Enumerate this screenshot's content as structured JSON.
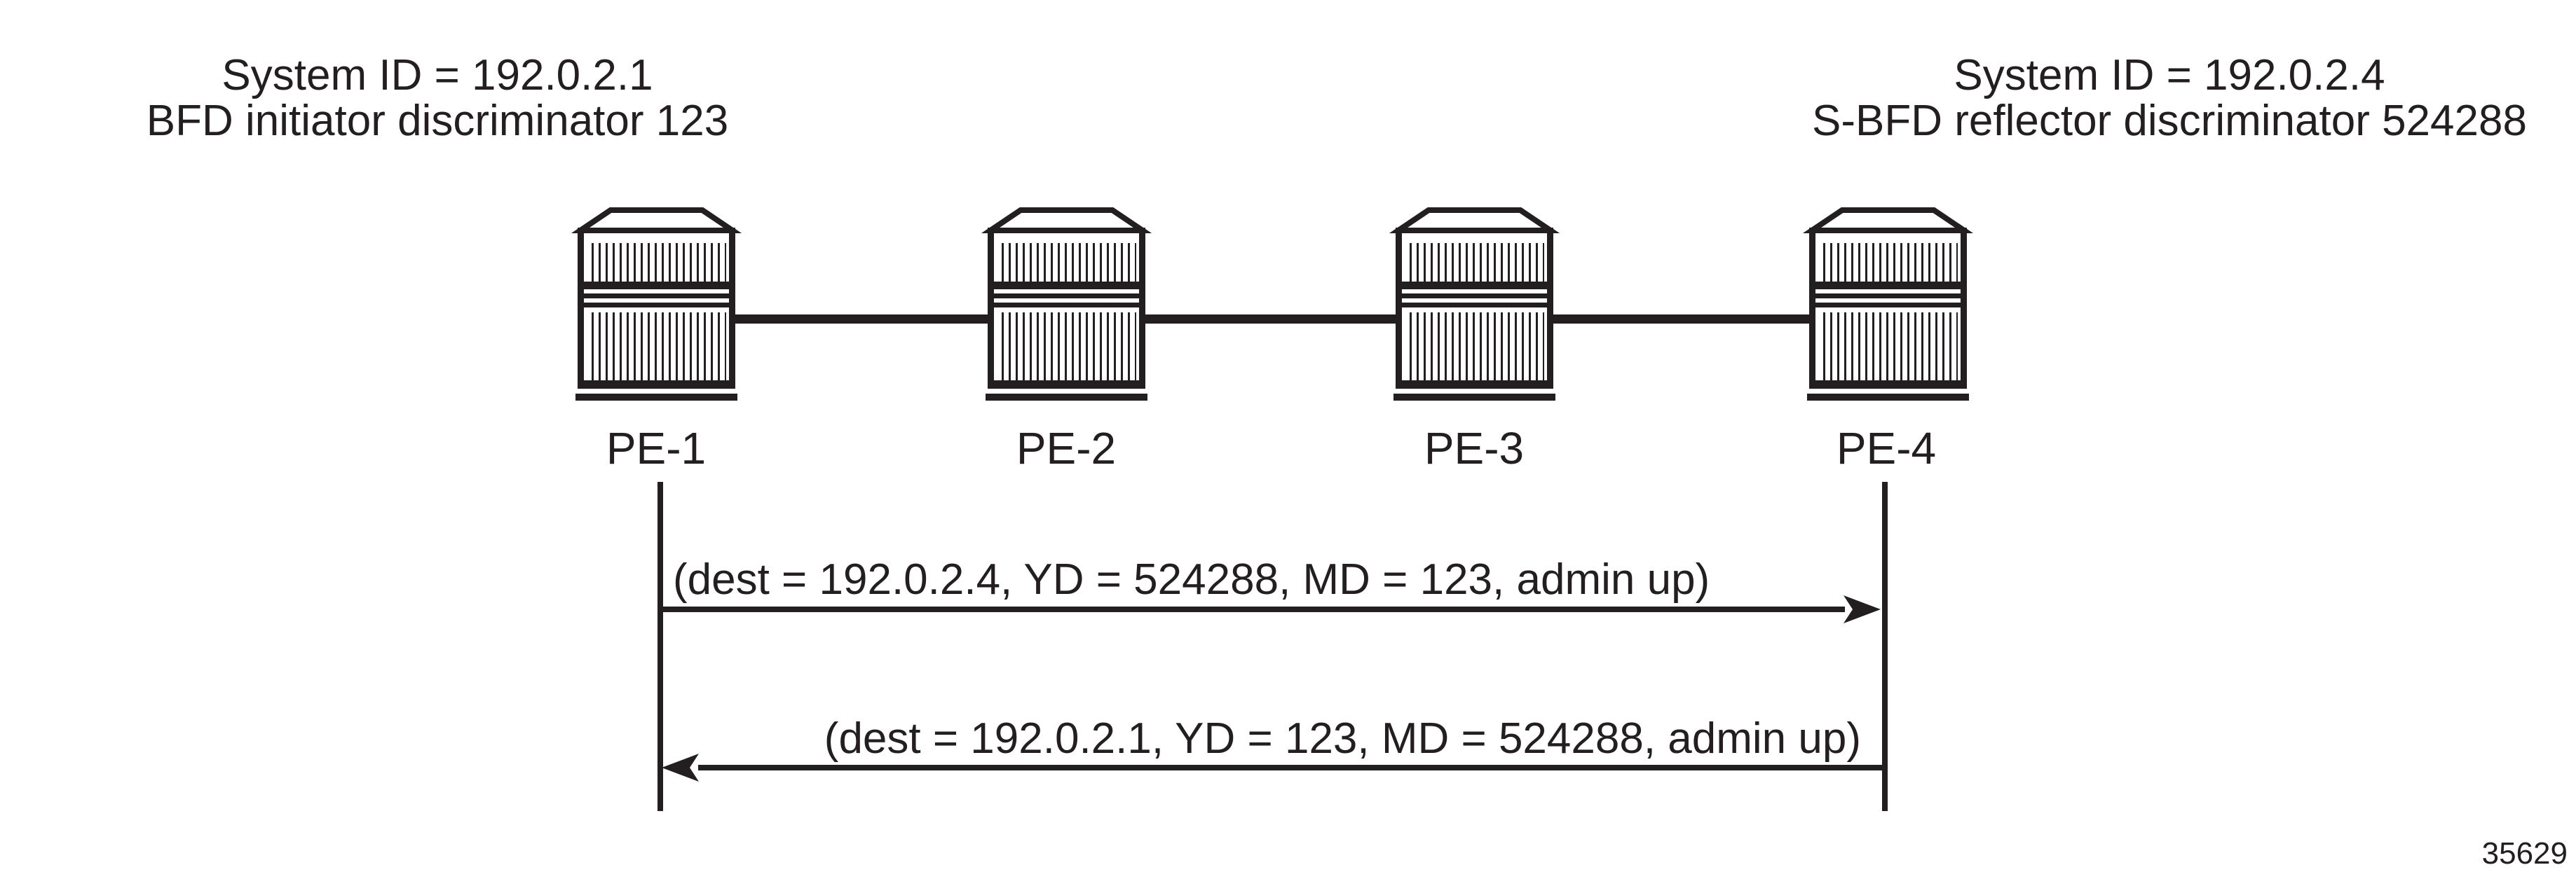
{
  "colors": {
    "ink": "#231f20",
    "paper": "#ffffff"
  },
  "annotations": {
    "left": {
      "line1": "System ID = 192.0.2.1",
      "line2": "BFD initiator discriminator 123"
    },
    "right": {
      "line1": "System ID = 192.0.2.4",
      "line2": "S-BFD reflector discriminator 524288"
    }
  },
  "nodes": [
    {
      "label": "PE-1"
    },
    {
      "label": "PE-2"
    },
    {
      "label": "PE-3"
    },
    {
      "label": "PE-4"
    }
  ],
  "messages": [
    {
      "direction": "right",
      "from": "PE-1",
      "to": "PE-4",
      "label": "(dest = 192.0.2.4, YD = 524288, MD = 123, admin up)"
    },
    {
      "direction": "left",
      "from": "PE-4",
      "to": "PE-1",
      "label": "(dest = 192.0.2.1, YD = 123, MD = 524288, admin up)"
    }
  ],
  "figure_number": "35629"
}
